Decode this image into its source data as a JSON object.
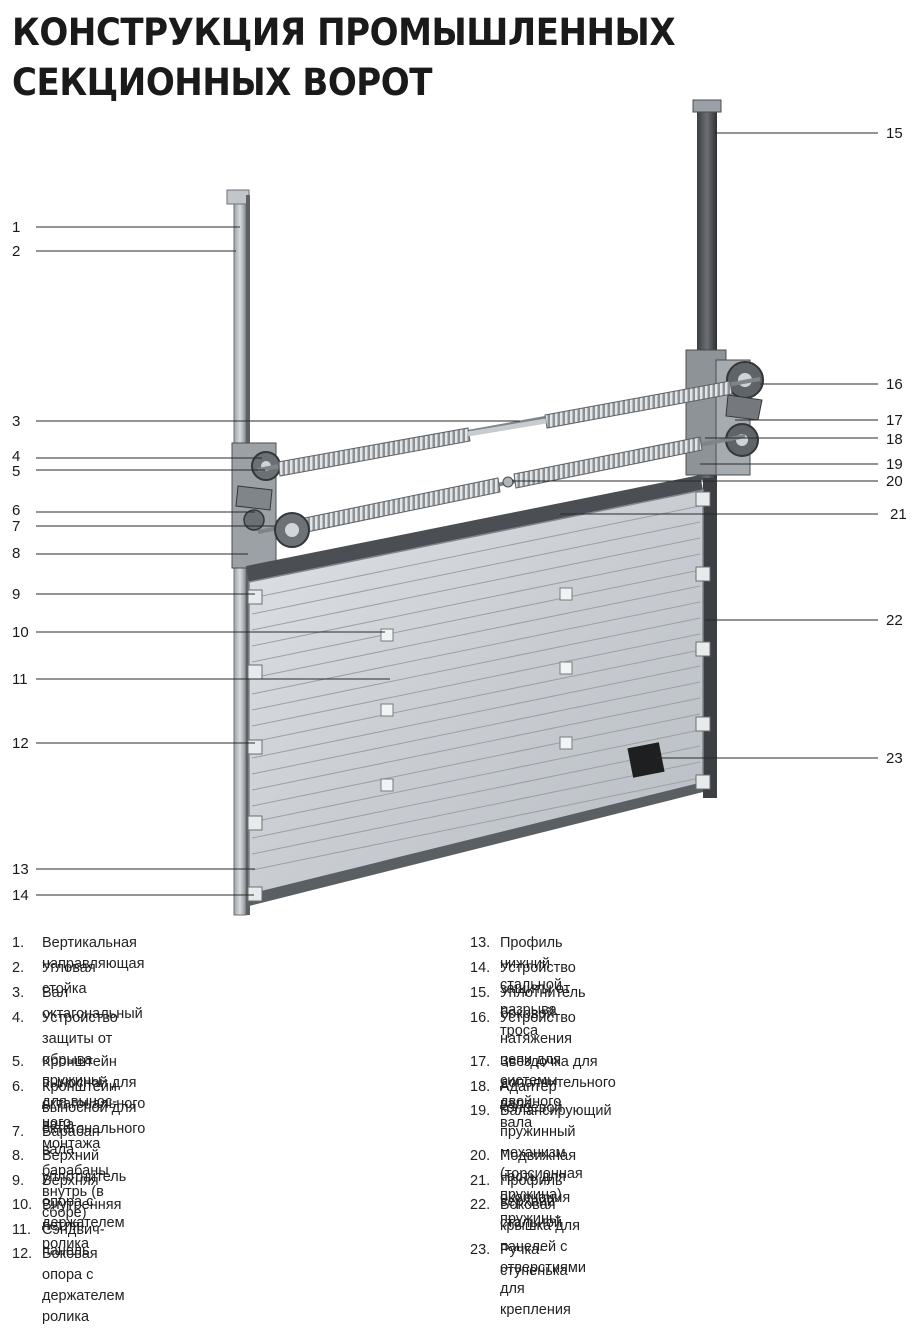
{
  "title": {
    "line1": "КОНСТРУКЦИЯ ПРОМЫШЛЕННЫХ",
    "line2": "СЕКЦИОННЫХ ВОРОТ"
  },
  "callouts": [
    "1",
    "2",
    "3",
    "4",
    "5",
    "6",
    "7",
    "8",
    "9",
    "10",
    "11",
    "12",
    "13",
    "14",
    "15",
    "16",
    "17",
    "18",
    "19",
    "20",
    "21",
    "22",
    "23"
  ],
  "legend": [
    {
      "num": "1.",
      "text": "Вертикальная направляющая"
    },
    {
      "num": "2.",
      "text": "Угловая стойка"
    },
    {
      "num": "3.",
      "text": "Вал октагональный"
    },
    {
      "num": "4.",
      "text": "Устройство защиты от обрыва пружины для выносного монтажа"
    },
    {
      "num": "5.",
      "text": "Кронштейн выносной для октагонального вала"
    },
    {
      "num": "6.",
      "text": "Кронштейн выносной для октагонального вала, барабаны внутрь (в сборе)"
    },
    {
      "num": "7.",
      "text": "Барабан"
    },
    {
      "num": "8.",
      "text": "Верхний уплотнитель"
    },
    {
      "num": "9.",
      "text": "Верхняя опора с держателем ролика"
    },
    {
      "num": "10.",
      "text": "Внутренняя петля"
    },
    {
      "num": "11.",
      "text": "Сэндвич-панель"
    },
    {
      "num": "12.",
      "text": "Боковая опора с держателем ролика"
    },
    {
      "num": "13.",
      "text": "Профиль нижний стальной"
    },
    {
      "num": "14.",
      "text": "Устройство защиты от разрыва троса"
    },
    {
      "num": "15.",
      "text": "Уплотнитель боковой"
    },
    {
      "num": "16.",
      "text": "Устройство натяжения цепи для системы двойного вала"
    },
    {
      "num": "17.",
      "text": "Звездочка для дополнительного вала"
    },
    {
      "num": "18.",
      "text": "Адаптер концевой"
    },
    {
      "num": "19.",
      "text": "Балансирующий пружинный механизм (торсионная пружина)"
    },
    {
      "num": "20.",
      "text": "Подвижная часть для окончания пружины"
    },
    {
      "num": "21.",
      "text": "Профиль верхний стальной"
    },
    {
      "num": "22.",
      "text": "Боковая крышка для панелей с отверстиями для крепления"
    },
    {
      "num": "23.",
      "text": "Ручка-ступенька"
    }
  ],
  "legend_lines": {
    "4": [
      "Устройство защиты от обрыва пружины для вынос-",
      "ного монтажа"
    ],
    "6": [
      "Кронштейн выносной для октагонального вала,",
      "барабаны внутрь (в сборе)"
    ],
    "16": [
      "Устройство натяжения цепи для системы двойного",
      "вала"
    ],
    "19": [
      "Балансирующий пружинный механизм (торсионная",
      "пружина)"
    ],
    "22": [
      "Боковая крышка для панелей с отверстиями для",
      "крепления"
    ]
  }
}
